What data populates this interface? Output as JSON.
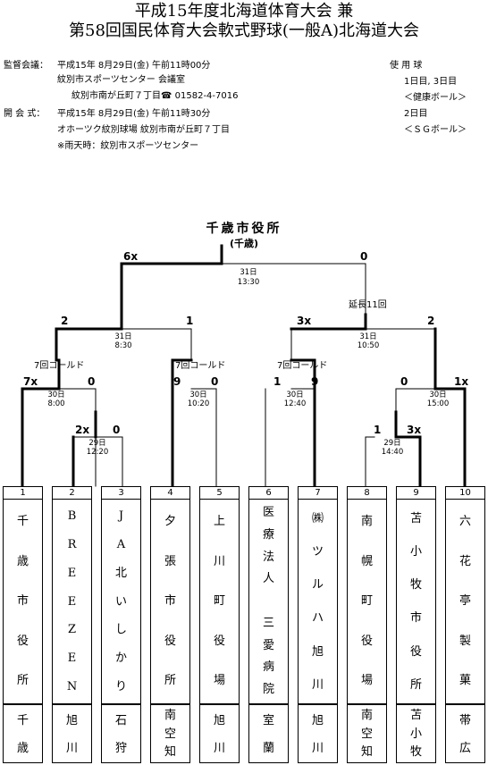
{
  "header": {
    "title_line1": "平成15年度北海道体育大会 兼",
    "title_line2": "第58回国民体育大会軟式野球(一般A)北海道大会"
  },
  "info": {
    "meeting_label": "監督会議：",
    "meeting_line1": "平成15年 8月29日(金) 午前11時00分",
    "meeting_line2": "紋別市スポーツセンター 会議室",
    "meeting_line3": "紋別市南が丘町７丁目☎ 01582-4-7016",
    "opening_label": "開 会 式：",
    "opening_line1": "平成15年 8月29日(金) 午前11時30分",
    "opening_line2": "オホーツク紋別球場  紋別市南が丘町７丁目",
    "opening_line3": "※雨天時：紋別市スポーツセンター",
    "ball_title": "使 用 球",
    "ball_day1": "1日目, 3日目",
    "ball_brand1": "＜健康ボール＞",
    "ball_day2": "2日目",
    "ball_brand2": "＜ＳＧボール＞"
  },
  "champion": {
    "name": "千歳市役所",
    "region": "(千歳)"
  },
  "games": {
    "final": {
      "score_left": "6x",
      "score_right": "0",
      "date": "31日",
      "time": "13:30"
    },
    "semi_l": {
      "score_left": "2",
      "score_right": "1",
      "date": "31日",
      "time": "8:30"
    },
    "semi_r": {
      "score_left": "3x",
      "score_right": "2",
      "date": "31日",
      "time": "10:50",
      "note": "延長11回"
    },
    "g1": {
      "score_left": "7x",
      "score_right": "0",
      "date": "30日",
      "time": "8:00",
      "note": "7回コールド"
    },
    "g2": {
      "score_left": "9",
      "score_right": "0",
      "date": "30日",
      "time": "10:20",
      "note": "7回コールド"
    },
    "g3": {
      "score_left": "1",
      "score_right": "9",
      "date": "30日",
      "time": "12:40",
      "note": "7回コールド"
    },
    "g4": {
      "score_left": "0",
      "score_right": "1x",
      "date": "30日",
      "time": "15:00"
    },
    "g5": {
      "score_left": "2x",
      "score_right": "0",
      "date": "29日",
      "time": "12:20"
    },
    "g6": {
      "score_left": "1",
      "score_right": "3x",
      "date": "29日",
      "time": "14:40"
    }
  },
  "teams": [
    {
      "seed": "1",
      "name": [
        "千",
        "歳",
        "市",
        "役",
        "所"
      ],
      "region": [
        "千",
        "歳"
      ]
    },
    {
      "seed": "2",
      "name": [
        "B",
        "R",
        "E",
        "E",
        "Z",
        "E",
        "N"
      ],
      "region": [
        "旭",
        "川"
      ]
    },
    {
      "seed": "3",
      "name": [
        "J",
        "A",
        "北",
        "い",
        "し",
        "か",
        "り"
      ],
      "region": [
        "石",
        "狩"
      ]
    },
    {
      "seed": "4",
      "name": [
        "夕",
        "張",
        "市",
        "役",
        "所"
      ],
      "region": [
        "南",
        "空",
        "知"
      ]
    },
    {
      "seed": "5",
      "name": [
        "上",
        "川",
        "町",
        "役",
        "場"
      ],
      "region": [
        "旭",
        "川"
      ]
    },
    {
      "seed": "6",
      "name": [
        "医",
        "療",
        "法",
        "人",
        "",
        "三",
        "愛",
        "病",
        "院"
      ],
      "region": [
        "室",
        "蘭"
      ]
    },
    {
      "seed": "7",
      "name": [
        "㈱",
        "ツ",
        "ル",
        "ハ",
        "旭",
        "川"
      ],
      "region": [
        "旭",
        "川"
      ]
    },
    {
      "seed": "8",
      "name": [
        "南",
        "幌",
        "町",
        "役",
        "場"
      ],
      "region": [
        "南",
        "空",
        "知"
      ]
    },
    {
      "seed": "9",
      "name": [
        "苫",
        "小",
        "牧",
        "市",
        "役",
        "所"
      ],
      "region": [
        "苫",
        "小",
        "牧"
      ]
    },
    {
      "seed": "10",
      "name": [
        "六",
        "花",
        "亭",
        "製",
        "菓"
      ],
      "region": [
        "帯",
        "広"
      ]
    }
  ]
}
